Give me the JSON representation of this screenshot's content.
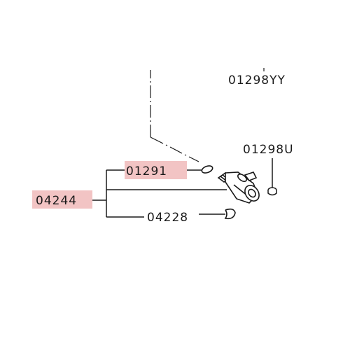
{
  "diagram": {
    "colors": {
      "line": "#1a1a1a",
      "highlight": "#f2c4c4",
      "background": "#ffffff"
    },
    "labels": {
      "part_01298YY": "01298YY",
      "part_01298U": "01298U",
      "part_01291": "01291",
      "part_04244": "04244",
      "part_04228": "04228"
    },
    "highlighted_parts": [
      "01291",
      "04244"
    ]
  }
}
